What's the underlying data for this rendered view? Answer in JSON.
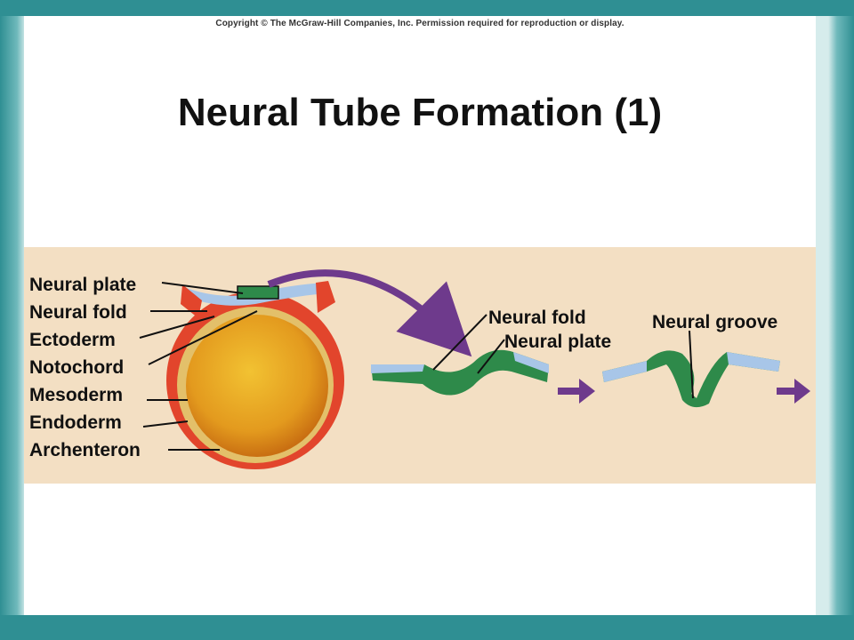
{
  "copyright": "Copyright © The McGraw-Hill Companies, Inc. Permission required for reproduction or display.",
  "title": "Neural Tube Formation (1)",
  "labels": {
    "neural_plate": "Neural plate",
    "neural_fold": "Neural fold",
    "ectoderm": "Ectoderm",
    "notochord": "Notochord",
    "mesoderm": "Mesoderm",
    "endoderm": "Endoderm",
    "archenteron": "Archenteron",
    "stage2_neural_fold": "Neural fold",
    "stage2_neural_plate": "Neural plate",
    "stage3_neural_groove": "Neural groove"
  },
  "colors": {
    "panel": "#f3dfc3",
    "mesoderm_red": "#e2452c",
    "yolk_orange": "#e8a317",
    "ectoderm_blue": "#a8c6e8",
    "neural_green": "#2e8a4a",
    "arrow_purple": "#6e3a8c"
  }
}
